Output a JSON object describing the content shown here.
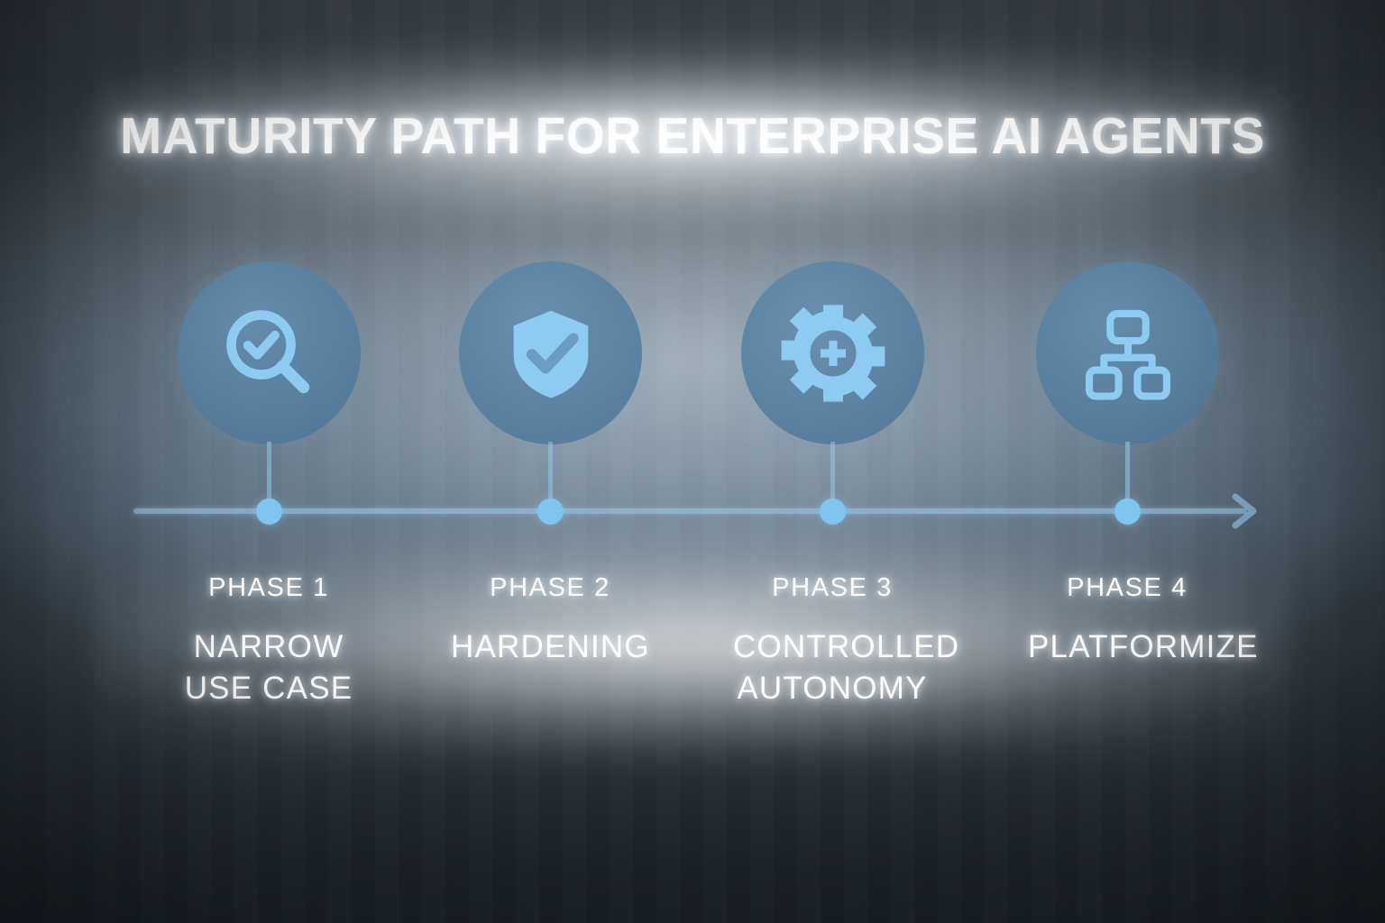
{
  "header": {
    "title": "MATURITY PATH FOR ENTERPRISE AI AGENTS"
  },
  "theme": {
    "accent_icon": "#8ecbf2",
    "node_circle": "#5a7fa2",
    "timeline_line": "#96c8eb",
    "timeline_dot": "#7fc5ef",
    "text": "#ffffff",
    "background_dark": "#20262a",
    "background_mid": "#5d6e7e"
  },
  "timeline": {
    "direction_arrow": "arrow-right-icon",
    "axis_label": "maturity-progression"
  },
  "phases": [
    {
      "phase_label": "PHASE 1",
      "title_line1": "NARROW",
      "title_line2": "USE CASE",
      "icon": "magnifier-check-icon"
    },
    {
      "phase_label": "PHASE 2",
      "title_line1": "HARDENING",
      "title_line2": "",
      "icon": "shield-check-icon"
    },
    {
      "phase_label": "PHASE 3",
      "title_line1": "CONTROLLED",
      "title_line2": "AUTONOMY",
      "icon": "gear-plus-icon"
    },
    {
      "phase_label": "PHASE 4",
      "title_line1": "PLATFORMIZE",
      "title_line2": "",
      "icon": "hierarchy-icon"
    }
  ]
}
